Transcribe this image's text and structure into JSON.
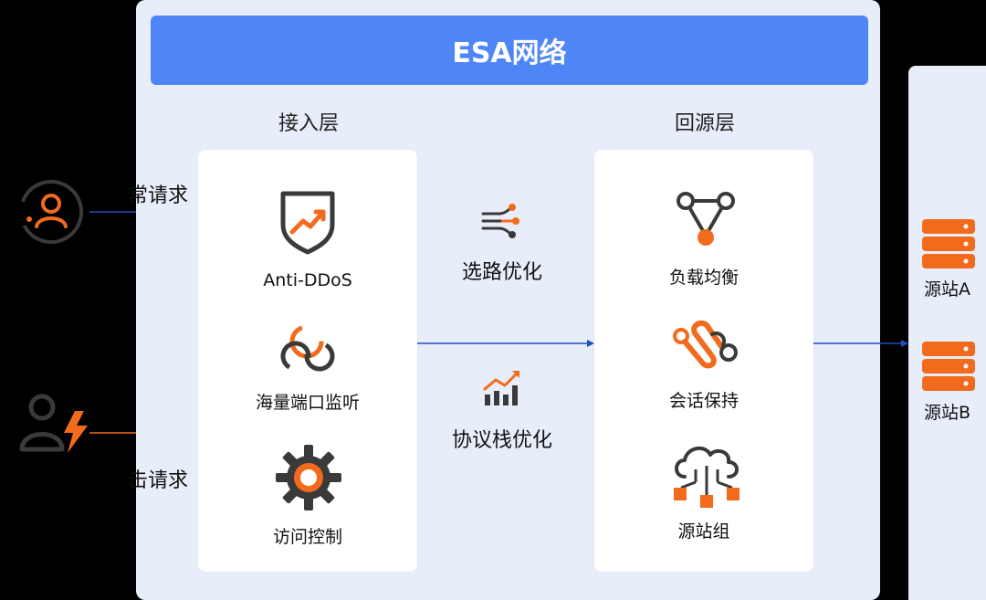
{
  "title": "ESA网络",
  "layers": {
    "access": "接入层",
    "origin": "回源层"
  },
  "requests": {
    "normal": "常请求",
    "attack": "击请求"
  },
  "access_items": [
    {
      "label": "Anti-DDoS",
      "icon": "shield-trend-icon"
    },
    {
      "label": "海量端口监听",
      "icon": "sync-cycle-icon"
    },
    {
      "label": "访问控制",
      "icon": "gear-icon"
    }
  ],
  "optimizations": [
    {
      "label": "选路优化",
      "icon": "route-lines-icon"
    },
    {
      "label": "协议栈优化",
      "icon": "bar-trend-icon"
    }
  ],
  "origin_items": [
    {
      "label": "负载均衡",
      "icon": "triangle-nodes-icon"
    },
    {
      "label": "会话保持",
      "icon": "link-icon"
    },
    {
      "label": "源站组",
      "icon": "cloud-network-icon"
    }
  ],
  "origin_sites": [
    {
      "label": "源站A",
      "icon": "server-stack-icon"
    },
    {
      "label": "源站B",
      "icon": "server-stack-icon"
    }
  ],
  "colors": {
    "accent_orange": "#f26b1d",
    "banner_blue": "#4f86f7",
    "panel_bg": "#e8edfa",
    "arrow_blue": "#1f4fbf",
    "icon_dark": "#3a3a3a"
  }
}
